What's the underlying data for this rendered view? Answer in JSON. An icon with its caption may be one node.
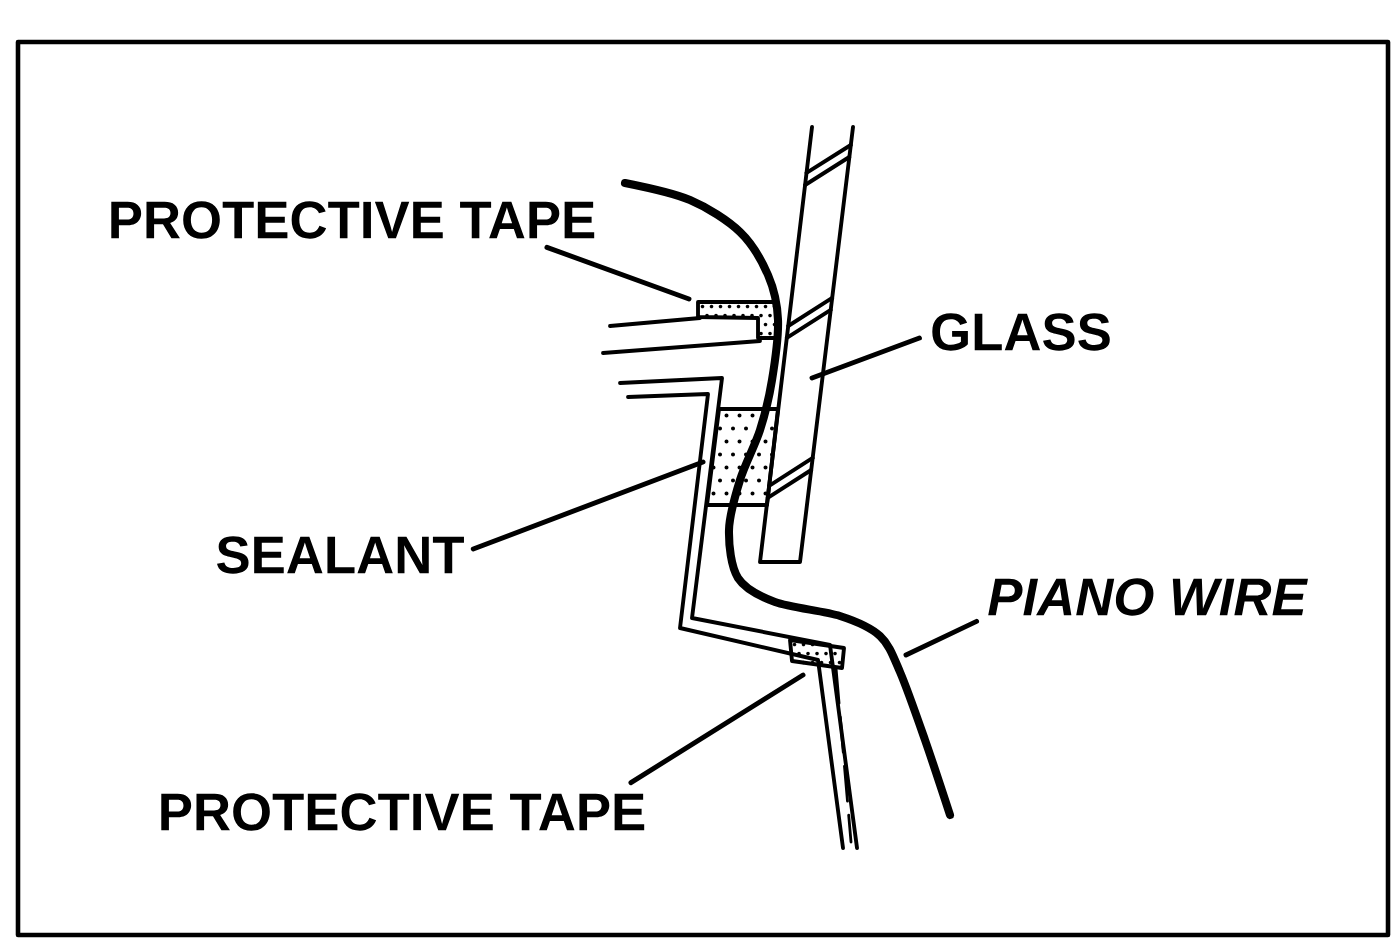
{
  "diagram": {
    "nodes": [
      {
        "text": [
          "PROTECTIVE TAPE"
        ]
      },
      {
        "text": [
          "GLASS"
        ]
      },
      {
        "text": [
          "SEALANT"
        ]
      },
      {
        "text": [
          "PIANO WIRE"
        ]
      },
      {
        "text": [
          "PROTECTIVE TAPE"
        ]
      }
    ],
    "edges": [
      {
        "from": 0,
        "to": null,
        "arrow": "none"
      },
      {
        "from": 1,
        "to": null,
        "arrow": "none"
      },
      {
        "from": 2,
        "to": null,
        "arrow": "none"
      },
      {
        "from": 3,
        "to": null,
        "arrow": "none"
      },
      {
        "from": 4,
        "to": null,
        "arrow": "none"
      }
    ]
  }
}
